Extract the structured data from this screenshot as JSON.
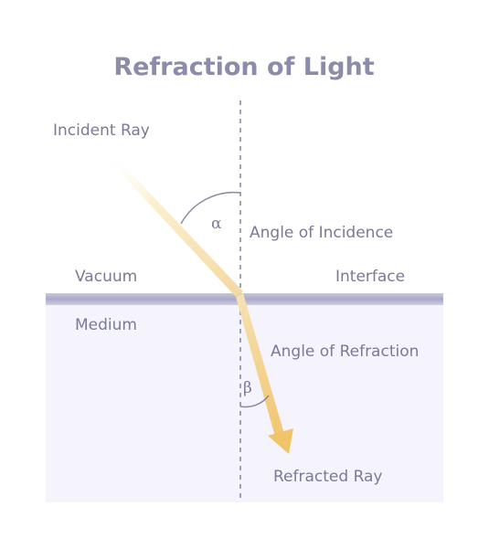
{
  "title": "Refraction of Light",
  "labels": {
    "incident_ray": "Incident Ray",
    "angle_of_incidence": "Angle of Incidence",
    "vacuum": "Vacuum",
    "interface": "Interface",
    "medium": "Medium",
    "angle_of_refraction": "Angle of Refraction",
    "refracted_ray": "Refracted Ray",
    "alpha": "α",
    "beta": "β"
  },
  "colors": {
    "title": "#8c8caa",
    "label": "#7a7a96",
    "medium_fill": "#f5f4fd",
    "interface_bar": "#bdbcd7",
    "normal_line": "#8a8aa0",
    "ray_light": "#fdf5d8",
    "ray_dark": "#f3cf7e"
  }
}
